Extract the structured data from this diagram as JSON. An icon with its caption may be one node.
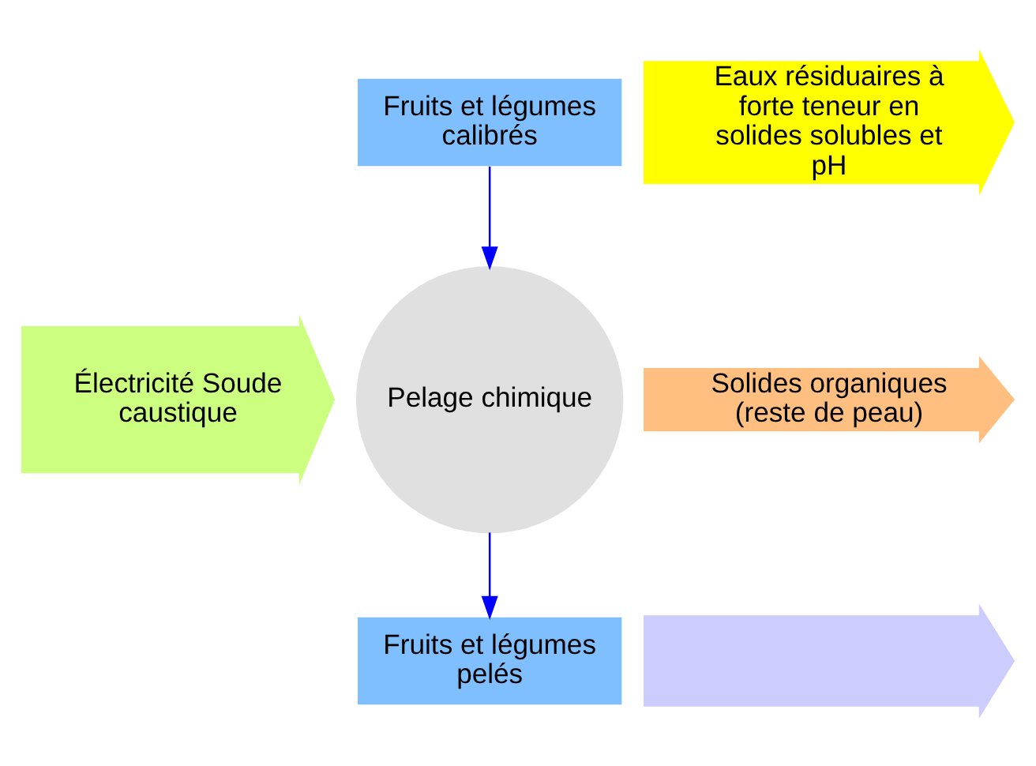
{
  "diagram": {
    "nodes": [
      {
        "text": [
          "Fruits et légumes calibrés"
        ]
      },
      {
        "text": [
          "Pelage chimique"
        ]
      },
      {
        "text": [
          "Fruits et légumes pelés"
        ]
      },
      {
        "text": [
          "Électricité Soude caustique"
        ]
      },
      {
        "text": [
          "Eaux résiduaires à forte teneur en solides solubles et  pH"
        ]
      },
      {
        "text": [
          "Solides organiques (reste de peau)"
        ]
      },
      {
        "text": [],
        "shape": "arrow"
      }
    ],
    "edges": [
      {
        "from": 0,
        "to": 1,
        "arrow": "to",
        "color": "#0000ff"
      },
      {
        "from": 1,
        "to": 2,
        "arrow": "to",
        "color": "#0000ff"
      }
    ]
  }
}
